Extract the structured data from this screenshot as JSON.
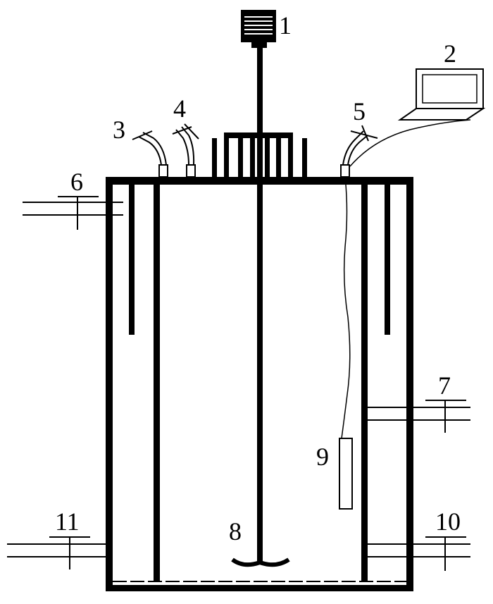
{
  "labels": {
    "l1": "1",
    "l2": "2",
    "l3": "3",
    "l4": "4",
    "l5": "5",
    "l6": "6",
    "l7": "7",
    "l8": "8",
    "l9": "9",
    "l10": "10",
    "l11": "11"
  },
  "colors": {
    "ink": "#000000",
    "background": "#ffffff"
  }
}
